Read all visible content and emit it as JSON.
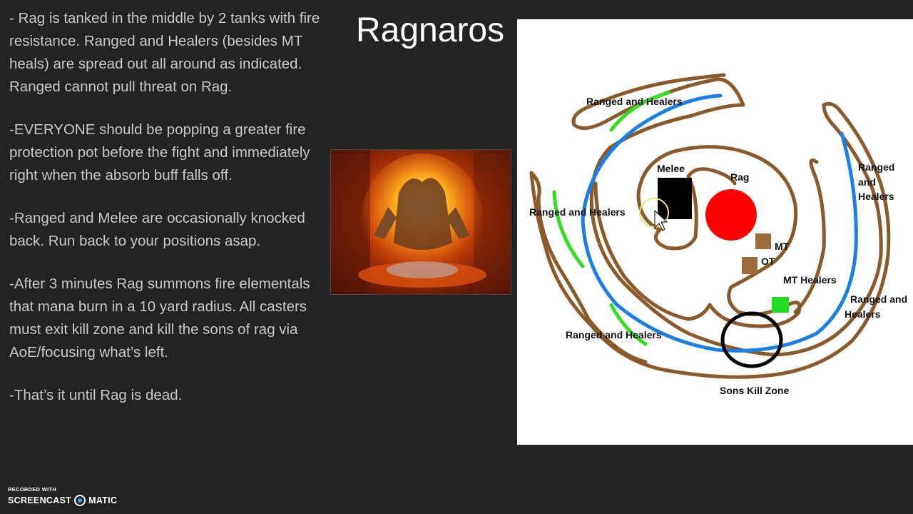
{
  "slide": {
    "title": "Ragnaros",
    "notes": [
      "- Rag is tanked in the middle by 2 tanks with fire resistance. Ranged and Healers (besides MT heals) are spread out all around as indicated. Ranged cannot pull threat on Rag.",
      "-EVERYONE should be popping a greater fire protection pot before the fight and immediately right when the absorb buff falls off.",
      "-Ranged and Melee are occasionally knocked back. Run back to your positions asap.",
      "-After 3 minutes Rag summons fire elementals that mana burn in a 10 yard radius. All casters must exit kill zone and kill the sons of rag via AoE/focusing what’s left.",
      "-That’s it until Rag is dead."
    ]
  },
  "diagram": {
    "labels": {
      "ranged_top": "Ranged and Healers",
      "ranged_left": "Ranged and Healers",
      "ranged_right_1": "Ranged",
      "ranged_right_2": "and",
      "ranged_right_3": "Healers",
      "ranged_lower_right_1": "Ranged and",
      "ranged_lower_right_2": "Healers",
      "ranged_bottom": "Ranged and Healers",
      "melee": "Melee",
      "rag": "Rag",
      "mt": "MT",
      "ot": "OT",
      "mt_healers": "MT Healers",
      "kill_zone": "Sons Kill Zone"
    },
    "colors": {
      "wall": "#8b5a2b",
      "path": "#1a7fe6",
      "ranged_marker": "#33dd22",
      "rag": "#ff0000",
      "melee": "#000000",
      "tank": "#9c6b3c",
      "healer": "#22dd22",
      "kill_zone": "#000000"
    }
  },
  "watermark": {
    "line1": "RECORDED WITH",
    "line2a": "SCREENCAST",
    "line2b": "MATIC"
  }
}
